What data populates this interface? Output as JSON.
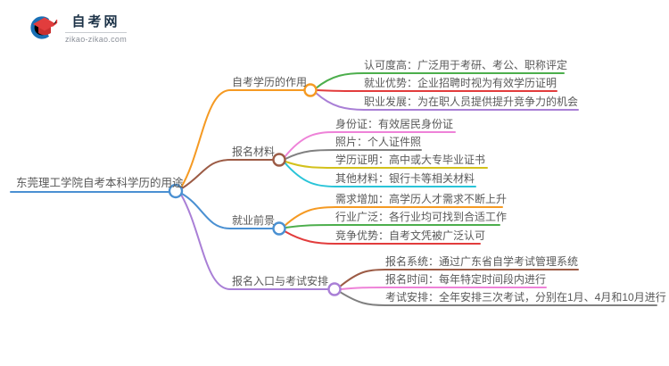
{
  "logo": {
    "site_name": "自考网",
    "site_domain": "zikao-zikao.com",
    "brand_blue": "#1a6fb5",
    "brand_red": "#e23d3d",
    "brand_red_dark": "#c92f2f"
  },
  "mindmap": {
    "root": {
      "label": "东莞理工学院自考本科学历的用途",
      "color": "#4a90d2"
    },
    "branches": [
      {
        "label": "自考学历的作用",
        "color": "#f59a23",
        "children": [
          {
            "label": "认可度高：广泛用于考研、考公、职称评定",
            "color": "#4cae4c"
          },
          {
            "label": "就业优势：企业招聘时视为有效学历证明",
            "color": "#e23c3c"
          },
          {
            "label": "职业发展：为在职人员提供提升竞争力的机会",
            "color": "#a97fd6"
          }
        ]
      },
      {
        "label": "报名材料",
        "color": "#9c5b45",
        "children": [
          {
            "label": "身份证：有效居民身份证",
            "color": "#ee82d8"
          },
          {
            "label": "照片：个人证件照",
            "color": "#808080"
          },
          {
            "label": "学历证明：高中或大专毕业证书",
            "color": "#d3c11b"
          },
          {
            "label": "其他材料：银行卡等相关材料",
            "color": "#29c4d8"
          }
        ]
      },
      {
        "label": "就业前景",
        "color": "#4a90d2",
        "children": [
          {
            "label": "需求增加：高学历人才需求不断上升",
            "color": "#f59a23"
          },
          {
            "label": "行业广泛：各行业均可找到合适工作",
            "color": "#4cae4c"
          },
          {
            "label": "竞争优势：自考文凭被广泛认可",
            "color": "#e23c3c"
          }
        ]
      },
      {
        "label": "报名入口与考试安排",
        "color": "#a97fd6",
        "children": [
          {
            "label": "报名系统：通过广东省自学考试管理系统",
            "color": "#9c5b45"
          },
          {
            "label": "报名时间：每年特定时间段内进行",
            "color": "#ee82d8"
          },
          {
            "label": "考试安排：全年安排三次考试，分别在1月、4月和10月进行",
            "color": "#808080"
          }
        ]
      }
    ]
  }
}
